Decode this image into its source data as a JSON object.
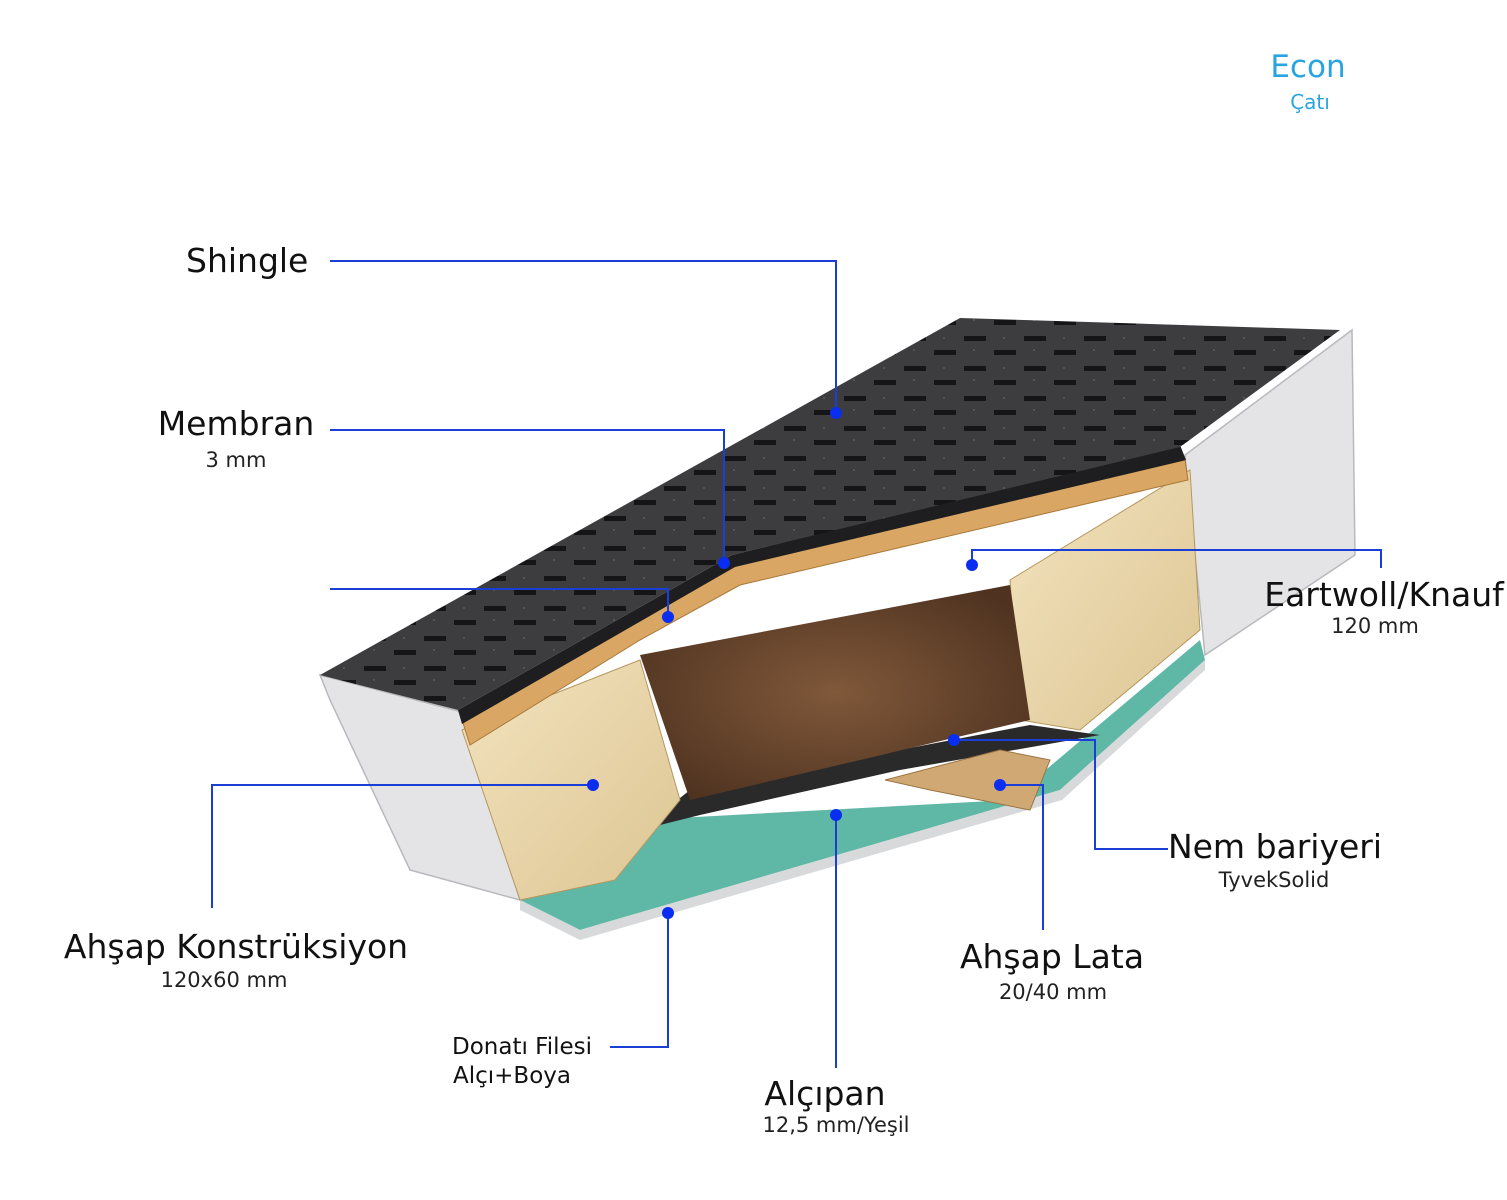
{
  "brand": {
    "title": "Econ",
    "subtitle": "Çatı"
  },
  "labels": {
    "shingle": {
      "title": "Shingle"
    },
    "membran": {
      "title": "Membran",
      "sub": "3 mm"
    },
    "osb": {
      "title": ""
    },
    "insulation": {
      "title": "Eartwoll/Knauf",
      "sub": "120 mm"
    },
    "vapor_barrier": {
      "title": "Nem bariyeri",
      "sub": "TyvekSolid"
    },
    "timber_frame": {
      "title": "Ahşap Konstrüksiyon",
      "sub": "120x60 mm"
    },
    "batten": {
      "title": "Ahşap Lata",
      "sub": "20/40 mm"
    },
    "mesh": {
      "title": "Donatı Filesi",
      "sub": "Alçı+Boya"
    },
    "gypsum": {
      "title": "Alçıpan",
      "sub": "12,5 mm/Yeşil"
    }
  },
  "colors": {
    "leader_line": "#1a3fd6",
    "marker": "#0a2ef0",
    "brand": "#2aa4e0",
    "shingle": "#3b3b3e",
    "osb": "#d9a763",
    "timber": "#ecd9b0",
    "insulation": "#6e4a2e",
    "gypsum": "#5fb8a6",
    "barrier": "#2a2a2a"
  }
}
